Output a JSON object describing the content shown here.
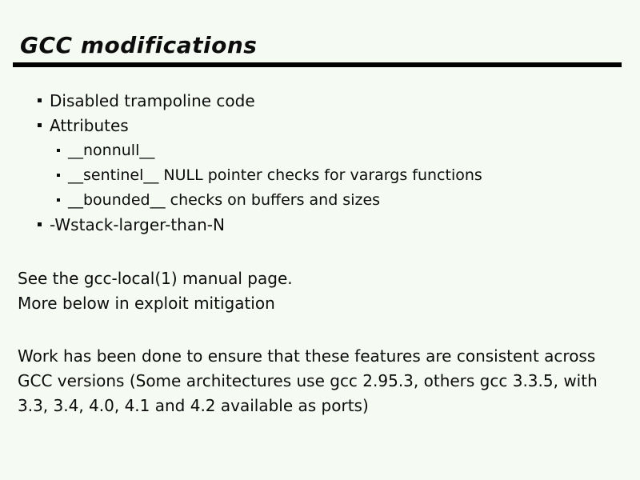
{
  "slide": {
    "title": "GCC modifications",
    "bullets": [
      {
        "level": 1,
        "text": "Disabled trampoline code"
      },
      {
        "level": 1,
        "text": "Attributes"
      },
      {
        "level": 2,
        "text": "__nonnull__"
      },
      {
        "level": 2,
        "text": "__sentinel__ NULL pointer checks for varargs functions"
      },
      {
        "level": 2,
        "text": "__bounded__ checks on buffers and sizes"
      },
      {
        "level": 1,
        "text": "-Wstack-larger-than-N"
      }
    ],
    "notes": {
      "lines": [
        "See the gcc-local(1) manual page.",
        "More below in exploit mitigation"
      ]
    },
    "closing": {
      "lines": [
        "Work has been done to ensure that these features are consistent across",
        "GCC versions (Some architectures use gcc 2.95.3, others gcc 3.3.5, with",
        "3.3, 3.4, 4.0, 4.1 and 4.2 available as ports)"
      ]
    },
    "icons": {
      "level1_bullet": "filled-square",
      "level2_bullet": "small-filled-square"
    },
    "colors": {
      "background": "#f5faf2",
      "text": "#0c0c0c",
      "rule": "#000000"
    }
  }
}
